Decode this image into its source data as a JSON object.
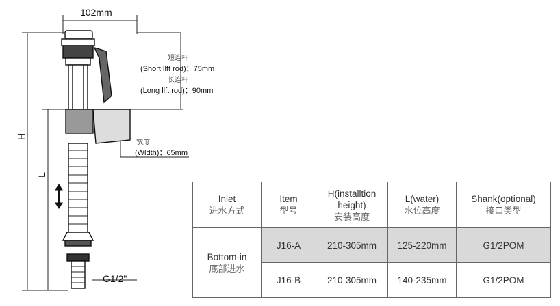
{
  "drawing": {
    "width_label": "102mm",
    "h_label": "H",
    "l_label": "L",
    "shank_label": "G1/2\"",
    "short_rod_cn": "短连杆",
    "short_rod_en": "(Short llft rod)：75mm",
    "long_rod_cn": "长连杆",
    "long_rod_en": "(Long llft rod)：90mm",
    "width_cn": "宽度",
    "width_en": "(Wldth)：65mm"
  },
  "table": {
    "headers": [
      {
        "en": "Inlet",
        "cn": "进水方式"
      },
      {
        "en": "Item",
        "cn": "型号"
      },
      {
        "en": "H(installtion height)",
        "cn": "安装高度"
      },
      {
        "en": "L(water)",
        "cn": "水位高度"
      },
      {
        "en": "Shank(optional)",
        "cn": "接口类型"
      }
    ],
    "inlet": {
      "en": "Bottom-in",
      "cn": "底部进水"
    },
    "rows": [
      {
        "item": "J16-A",
        "h": "210-305mm",
        "l": "125-220mm",
        "shank": "G1/2POM"
      },
      {
        "item": "J16-B",
        "h": "210-305mm",
        "l": "140-235mm",
        "shank": "G1/2POM"
      }
    ],
    "highlight_color": "#d9d9d9"
  }
}
